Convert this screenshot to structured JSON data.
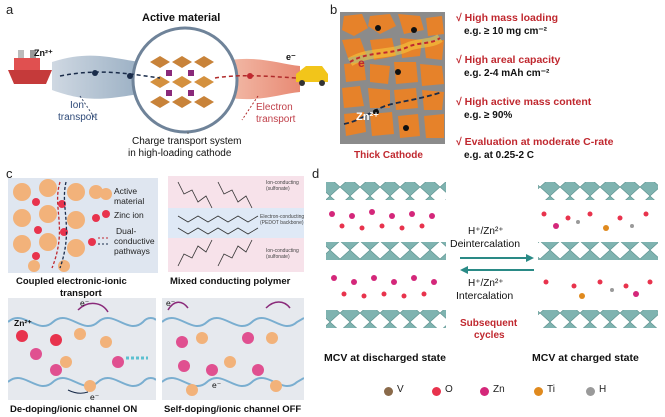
{
  "panel_a": {
    "letter": "a",
    "active_material": "Active material",
    "zn_ion": "Zn²⁺",
    "electron": "e⁻",
    "ion_transport": [
      "Ion",
      "transport"
    ],
    "electron_transport": [
      "Electron",
      "transport"
    ],
    "charge_transport": [
      "Charge transport system",
      "in high-loading cathode"
    ]
  },
  "panel_b": {
    "letter": "b",
    "thick_cathode": "Thick Cathode",
    "e_label": "e",
    "zn_label": "Zn²⁺",
    "criteria": [
      {
        "title": "√ High mass loading",
        "detail": "e.g. ≥ 10 mg cm⁻²"
      },
      {
        "title": "√ High areal capacity",
        "detail": "e.g. 2-4 mAh cm⁻²"
      },
      {
        "title": "√ High active mass content",
        "detail": "e.g. ≥ 90%"
      },
      {
        "title": "√ Evaluation at moderate C-rate",
        "detail": "e.g. at 0.25-2 C"
      }
    ]
  },
  "panel_c": {
    "letter": "c",
    "legend": [
      "Active",
      "material",
      "Zinc ion",
      "Dual-",
      "conductive",
      "pathways"
    ],
    "coupled": [
      "Coupled electronic-ionic",
      "transport"
    ],
    "mixed": "Mixed conducting polymer",
    "polymer_labels": [
      "Ion-conducting",
      "(sulfonate)",
      "Electron-conducting",
      "(PEDOT backbone)",
      "Ion-conducting",
      "(sulfonate)"
    ],
    "zn_label": "Zn²⁺",
    "e_label": "e⁻",
    "dedoping": "De-doping/ionic channel ON",
    "selfdoping": "Self-doping/ionic channel OFF"
  },
  "panel_d": {
    "letter": "d",
    "deintercalation_ion": "H⁺/Zn²⁺",
    "deintercalation": "Deintercalation",
    "intercalation_ion": "H⁺/Zn²⁺",
    "intercalation": "Intercalation",
    "subsequent": [
      "Subsequent",
      "cycles"
    ],
    "discharged": "MCV at discharged state",
    "charged": "MCV at charged state",
    "legend": [
      {
        "symbol": "V",
        "color": "#8a6a4a"
      },
      {
        "symbol": "O",
        "color": "#e8334d"
      },
      {
        "symbol": "Zn",
        "color": "#d4277a"
      },
      {
        "symbol": "Ti",
        "color": "#e08a1e"
      },
      {
        "symbol": "H",
        "color": "#9a9a9a"
      }
    ]
  }
}
